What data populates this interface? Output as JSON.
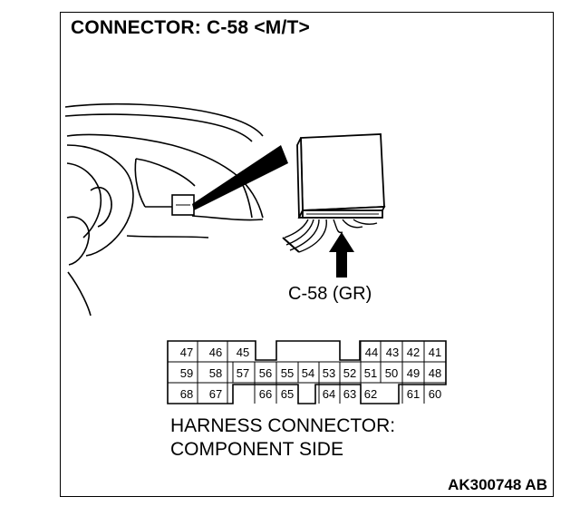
{
  "title": "CONNECTOR: C-58 <M/T>",
  "connector_label": "C-58 (GR)",
  "caption_line1": "HARNESS CONNECTOR:",
  "caption_line2": "COMPONENT SIDE",
  "figure_code": "AK300748 AB",
  "connector_pins": {
    "row1_left": [
      "47",
      "46",
      "45"
    ],
    "row1_right": [
      "44",
      "43",
      "42",
      "41"
    ],
    "row2": [
      "59",
      "58",
      "57",
      "56",
      "55",
      "54",
      "53",
      "52",
      "51",
      "50",
      "49",
      "48"
    ],
    "row3_left": [
      "68",
      "67"
    ],
    "row3_mid_left": [
      "66",
      "65"
    ],
    "row3_mid_right": [
      "64",
      "63",
      "62"
    ],
    "row3_right": [
      "61",
      "60"
    ]
  }
}
